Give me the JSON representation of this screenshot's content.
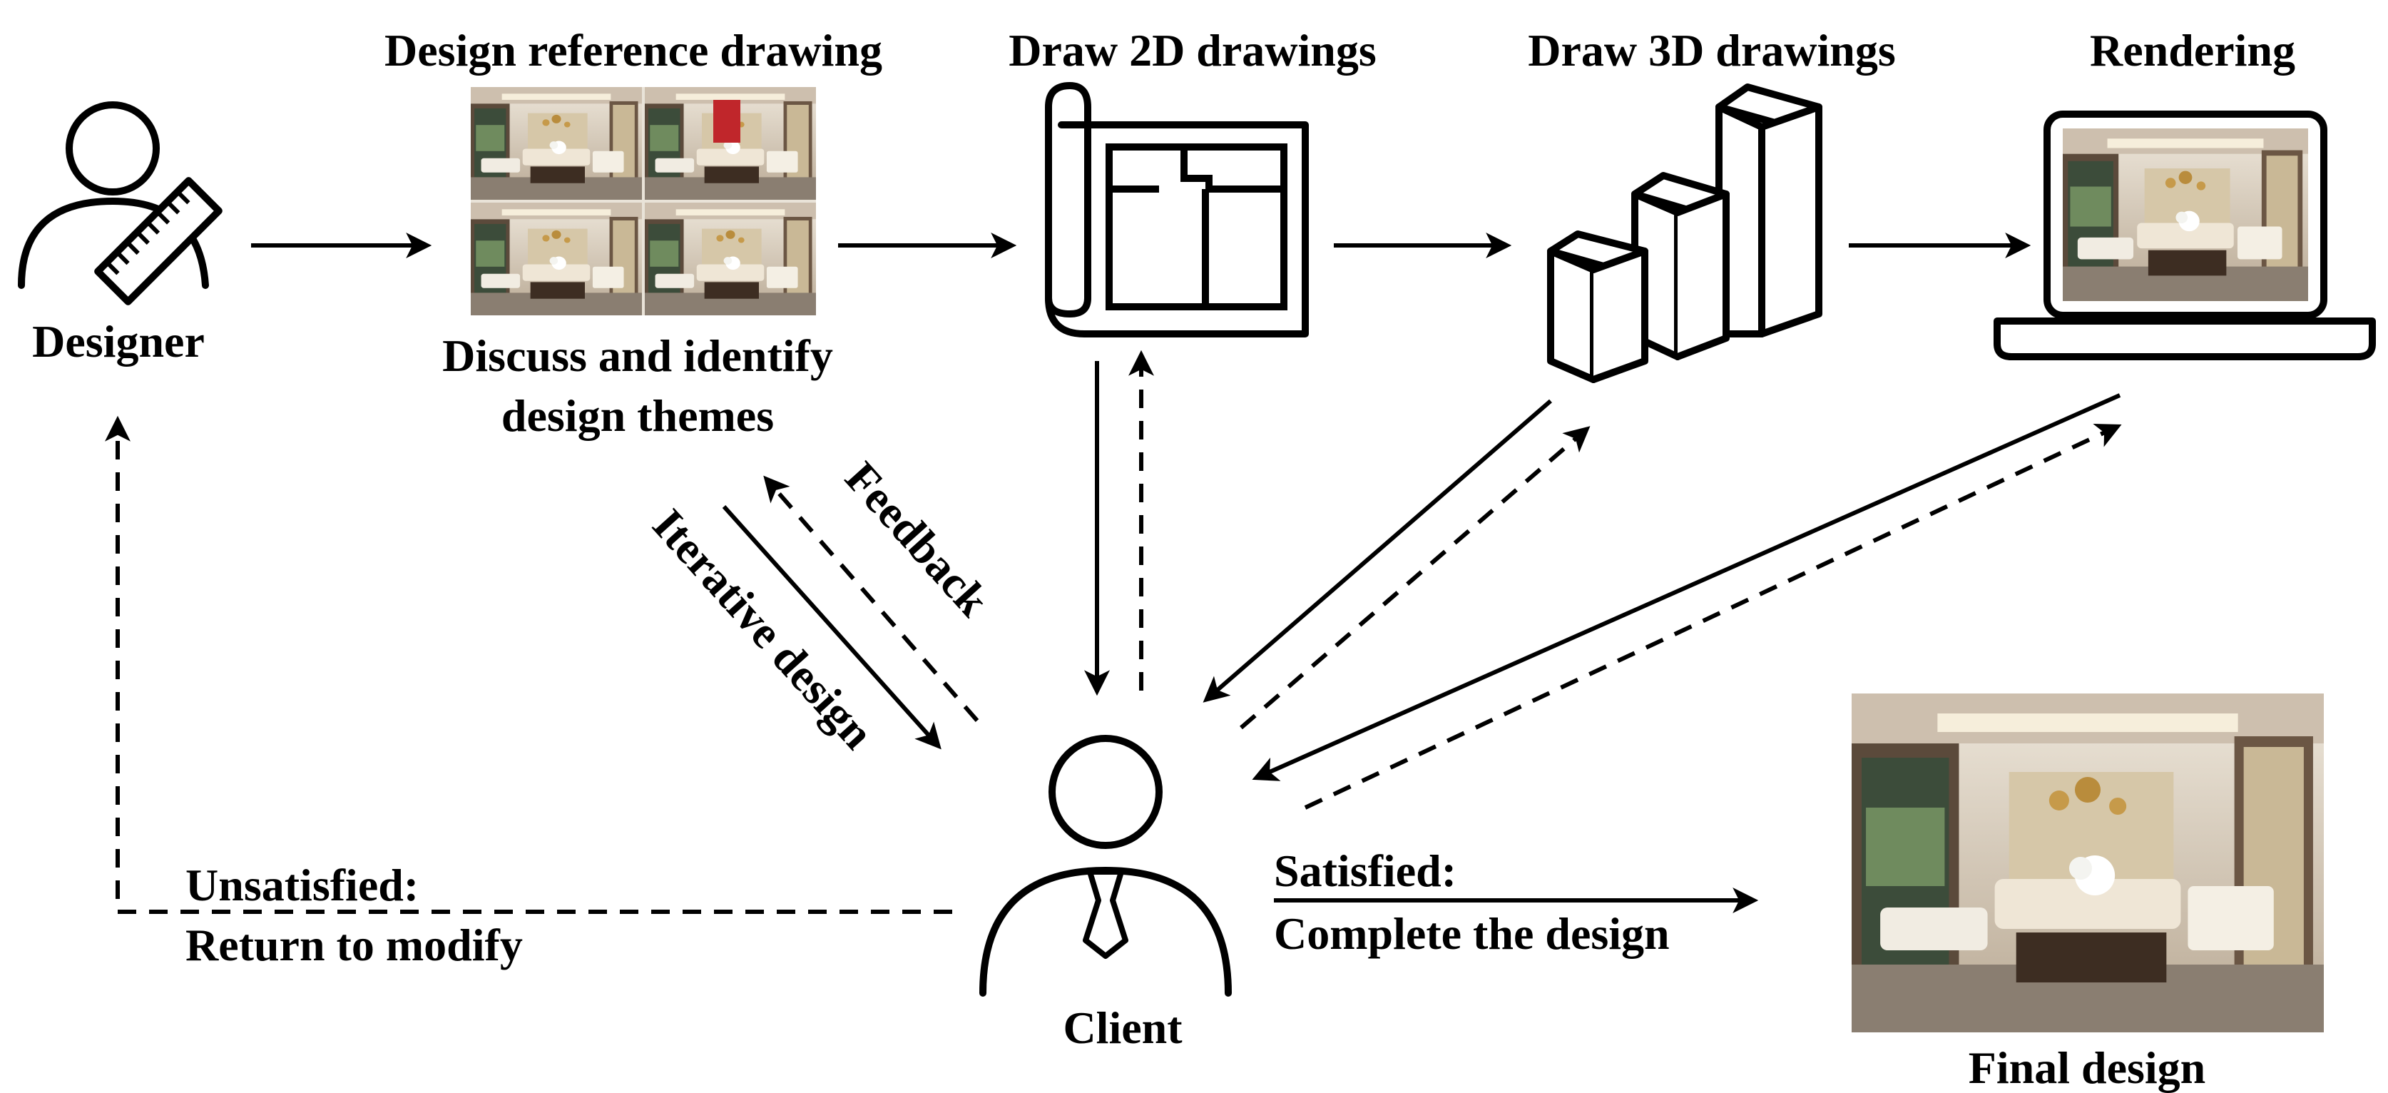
{
  "diagram": {
    "steps": {
      "reference": "Design reference drawing",
      "draw2d": "Draw 2D drawings",
      "draw3d": "Draw 3D drawings",
      "rendering": "Rendering"
    },
    "actors": {
      "designer": "Designer",
      "client": "Client"
    },
    "discuss": {
      "line1": "Discuss and identify",
      "line2": "design themes"
    },
    "feedback": "Feedback",
    "iterative": "Iterative design",
    "unsatisfied": {
      "line1": "Unsatisfied:",
      "line2": "Return to modify"
    },
    "satisfied": {
      "line1": "Satisfied:",
      "line2": "Complete the design"
    },
    "final": "Final design"
  }
}
